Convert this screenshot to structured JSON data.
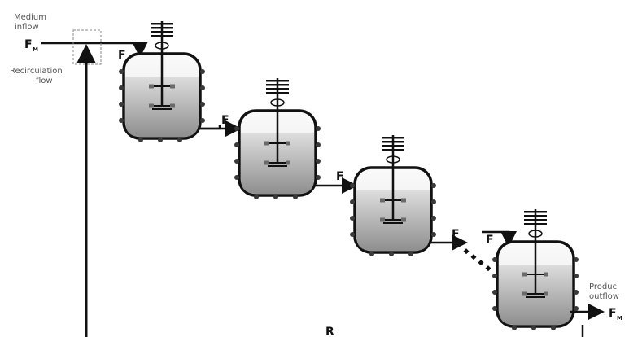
{
  "labels": {
    "medium_inflow_line1": "Medium",
    "medium_inflow_line2": "inflow",
    "fm_inflow_main": "F",
    "fm_inflow_sub": "M",
    "recirc_line1": "Recirculation",
    "recirc_line2": "flow",
    "product_outflow_line1": "Produc",
    "product_outflow_line2": "outflow",
    "fm_outflow_main": "F",
    "fm_outflow_sub": "M",
    "recirculation_r": "R"
  },
  "flow_labels": [
    "F",
    "F",
    "F",
    "F",
    "F"
  ],
  "reactors": [
    {
      "name": "reactor-1"
    },
    {
      "name": "reactor-2"
    },
    {
      "name": "reactor-3"
    },
    {
      "name": "reactor-4"
    }
  ],
  "colors": {
    "line": "#111111",
    "vessel_top": "#f4f4f4",
    "vessel_liquid_top": "#d8d8d8",
    "vessel_liquid_bottom": "#8e8e8e",
    "bead": "#3a3a3a",
    "dashed_box": "#888888"
  }
}
